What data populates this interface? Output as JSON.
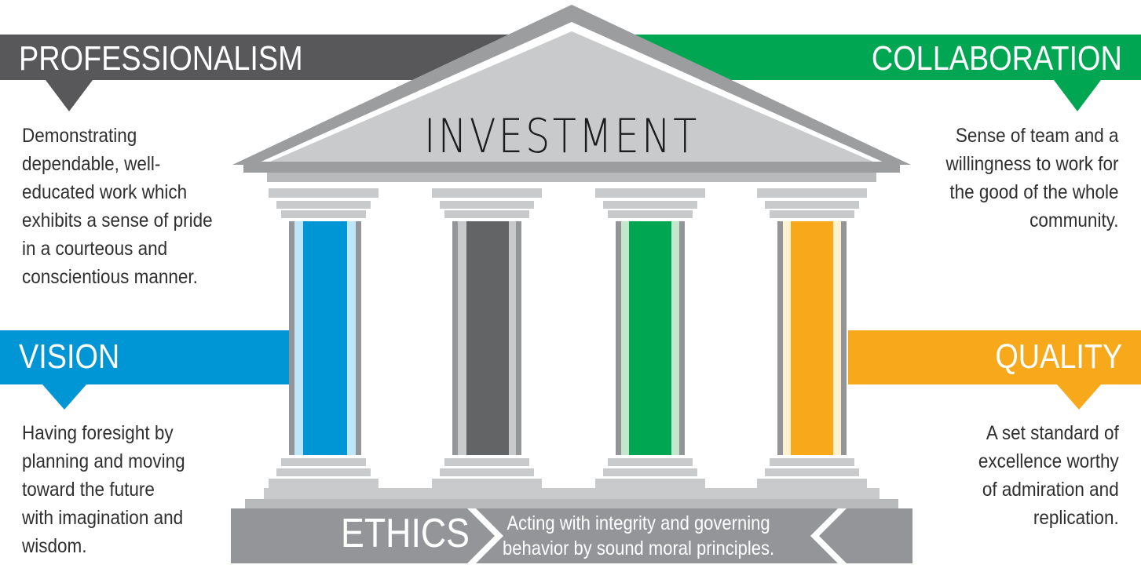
{
  "title": "INVESTMENT",
  "pillars": [
    {
      "name": "PROFESSIONALISM",
      "color": "#58585a",
      "lines": [
        "Demonstrating",
        "dependable, well-",
        "educated work which",
        "exhibits a sense of pride",
        "in a courteous and",
        "conscientious manner."
      ]
    },
    {
      "name": "COLLABORATION",
      "color": "#00a651",
      "lines": [
        "Sense of team and a",
        "willingness to work for",
        "the good of the whole",
        "community."
      ]
    },
    {
      "name": "VISION",
      "color": "#0096d6",
      "lines": [
        "Having foresight by",
        "planning and moving",
        "toward the future",
        "with imagination and",
        "wisdom."
      ]
    },
    {
      "name": "QUALITY",
      "color": "#f7a81b",
      "lines": [
        "A set standard of",
        "excellence worthy",
        "of admiration and",
        "replication."
      ]
    }
  ],
  "foundation": {
    "name": "ETHICS",
    "color": "#939598",
    "lines": [
      "Acting with integrity and governing",
      "behavior by sound moral principles."
    ]
  },
  "column_colors": [
    "#0096d6",
    "#636466",
    "#00a651",
    "#f7a81b"
  ]
}
